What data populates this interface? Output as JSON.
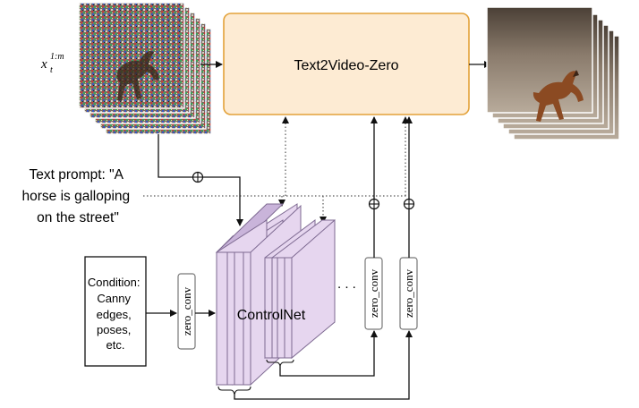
{
  "latent_label": {
    "base": "x",
    "sub": "t",
    "sup": "1:m"
  },
  "t2v_block": {
    "label": "Text2Video-Zero",
    "fill": "#fdebd3",
    "stroke": "#e3a23a"
  },
  "prompt_lines": [
    "Text prompt: \"A",
    "horse is galloping",
    "on the street\""
  ],
  "condition_lines": [
    "Condition:",
    "Canny",
    "edges,",
    "poses,",
    "etc."
  ],
  "zero_conv_label": "zero_conv",
  "controlnet": {
    "label": "ControlNet",
    "fill_front": "#e6d6ef",
    "fill_side": "#c9b4da",
    "stroke": "#7e6a92"
  },
  "ellipsis": ". . .",
  "add_symbol": "⊕",
  "input_frames": {
    "count": 6,
    "content": "noisy horse frames"
  },
  "output_frames": {
    "count": 6,
    "content": "generated horse galloping frames"
  }
}
